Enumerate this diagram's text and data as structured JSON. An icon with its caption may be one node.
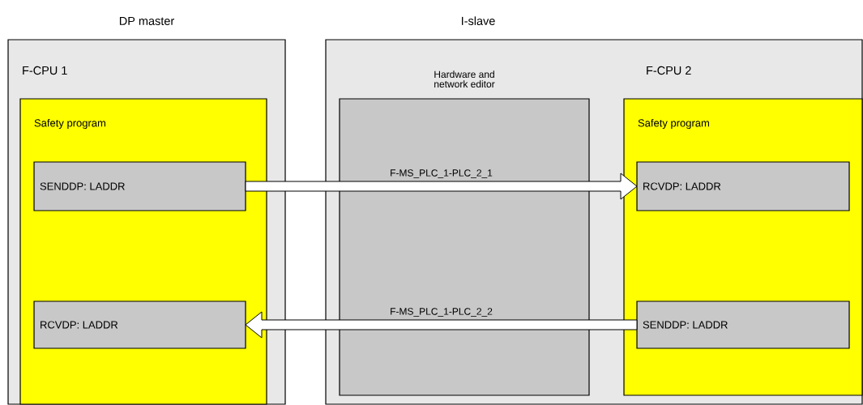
{
  "diagram": {
    "nodes": [
      {
        "text": [
          "DP master",
          "F-CPU 1"
        ]
      },
      {
        "text": [
          "Safety program"
        ],
        "in": 0
      },
      {
        "text": [
          "SENDDP: LADDR"
        ],
        "in": 1
      },
      {
        "text": [
          "RCVDP: LADDR"
        ],
        "in": 1
      },
      {
        "text": [
          "I-slave",
          "F-CPU 2"
        ]
      },
      {
        "text": [
          "Hardware and network editor"
        ],
        "in": 4
      },
      {
        "text": [
          "Safety program"
        ],
        "in": 4
      },
      {
        "text": [
          "RCVDP: LADDR"
        ],
        "in": 6
      },
      {
        "text": [
          "SENDDP: LADDR"
        ],
        "in": 6
      }
    ],
    "edges": [
      {
        "from": 2,
        "to": 7,
        "arrow": "to",
        "label": "F-MS_PLC_1-PLC_2_1"
      },
      {
        "from": 8,
        "to": 3,
        "arrow": "to",
        "label": "F-MS_PLC_1-PLC_2_2"
      }
    ]
  }
}
